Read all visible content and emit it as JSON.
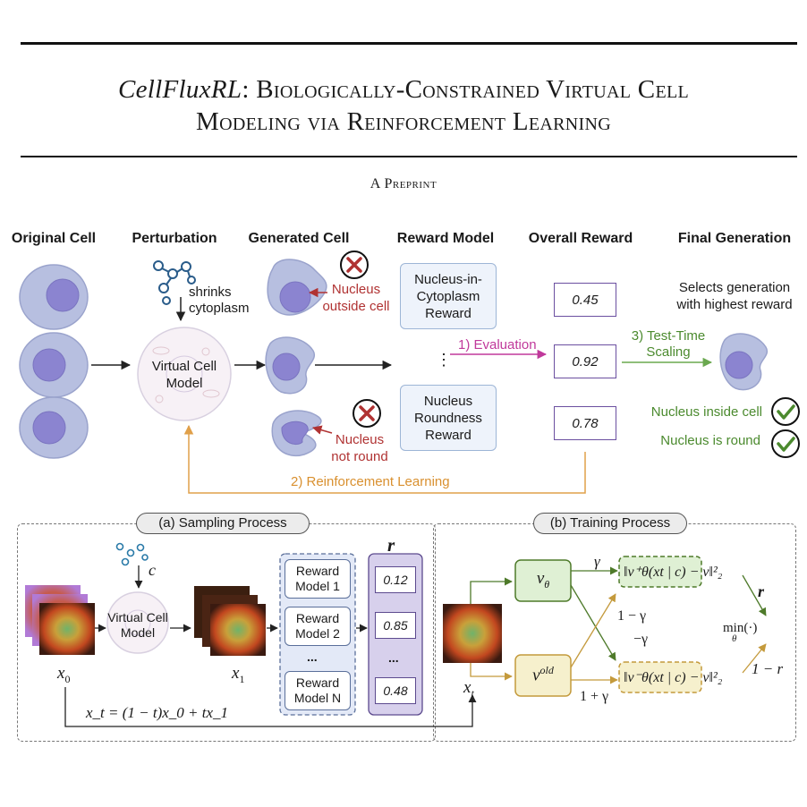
{
  "title": {
    "line1_italic": "CellFluxRL",
    "line1_rest": ": Biologically-Constrained Virtual Cell",
    "line2": "Modeling via Reinforcement Learning"
  },
  "subtitle": "A Preprint",
  "top_figure": {
    "headers": [
      "Original Cell",
      "Perturbation",
      "Generated Cell",
      "Reward Model",
      "Overall Reward",
      "Final Generation"
    ],
    "perturbation_label": "shrinks\ncytoplasm",
    "virtual_cell_model": "Virtual Cell\nModel",
    "nucleus_outside": "Nucleus\noutside cell",
    "nucleus_not_round": "Nucleus\nnot round",
    "reward_models": [
      "Nucleus-in-\nCytoplasm\nReward",
      "Nucleus\nRoundness\nReward"
    ],
    "ellipsis": "⋮",
    "evaluation": "1) Evaluation",
    "rewards": [
      "0.45",
      "0.92",
      "0.78"
    ],
    "selects": "Selects generation\nwith highest reward",
    "test_time": "3) Test-Time\nScaling",
    "nucleus_inside": "Nucleus inside cell",
    "nucleus_round": "Nucleus is round",
    "reinforcement": "2) Reinforcement Learning",
    "colors": {
      "red": "#b03232",
      "green": "#4b8a2e",
      "orange": "#d9902f",
      "magenta": "#c0399b",
      "cell": "#b7bfe0",
      "nucleus": "#8b84d0"
    }
  },
  "bottom_figure": {
    "sampling_title": "(a) Sampling Process",
    "training_title": "(b) Training Process",
    "c_label": "c",
    "virtual_cell_model": "Virtual Cell\nModel",
    "x0": "x",
    "x0_sub": "0",
    "x1": "x",
    "x1_sub": "1",
    "reward_models": [
      "Reward\nModel 1",
      "Reward\nModel 2",
      "...",
      "Reward\nModel N"
    ],
    "r_header": "r",
    "r_values": [
      "0.12",
      "0.85",
      "...",
      "0.48"
    ],
    "interp": "x_t = (1 − t)x_0 + tx_1",
    "xt": "x",
    "xt_sub": "t",
    "v_theta": "v",
    "v_theta_sub": "θ",
    "v_old": "v",
    "v_old_sup": "old",
    "gamma": "γ",
    "one_minus_gamma": "1 − γ",
    "minus_gamma": "−γ",
    "one_plus_gamma": "1 + γ",
    "loss_plus": "‖v⁺θ(xt | c) − v‖²₂",
    "loss_minus": "‖v⁻θ(xt | c) − v‖²₂",
    "r_label": "r",
    "one_minus_r": "1 − r",
    "min_label": "min(·)",
    "min_sub": "θ"
  }
}
